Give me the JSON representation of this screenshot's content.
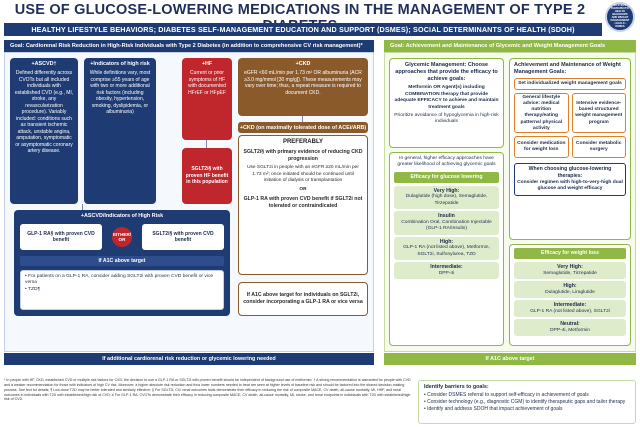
{
  "title": "USE OF GLUCOSE-LOWERING MEDICATIONS IN THE MANAGEMENT OF TYPE 2 DIABETES",
  "seal": "10 STEPS THERAPEUTIC HEALTH BEHAVIORS AND WEIGHT MANAGEMENT • GOALS • DSMES",
  "banner": "HEALTHY LIFESTYLE BEHAVIORS; DIABETES SELF-MANAGEMENT EDUCATION AND SUPPORT (DSMES); SOCIAL DETERMINANTS OF HEALTH (SDOH)",
  "goal_left": "Goal: Cardiorenal Risk Reduction in High-Risk Individuals with Type 2 Diabetes (in addition to comprehensive CV risk management)*",
  "goal_right": "Goal: Achievement and Maintenance of Glycemic and Weight Management Goals",
  "ascvd": {
    "head": "+ASCVD†",
    "body": "Defined differently across CVOTs but all included individuals with established CVD (e.g., MI, stroke, any revascularization procedure). Variably included: conditions such as transient ischemic attack, unstable angina, amputation, symptomatic or asymptomatic coronary artery disease."
  },
  "indicators": {
    "head": "+Indicators of high risk",
    "body": "While definitions vary, most comprise ≥55 years of age with two or more additional risk factors (including obesity, hypertension, smoking, dyslipidemia, or albuminuria)"
  },
  "hf": {
    "head": "+HF",
    "body": "Current or prior symptoms of HF with documented HFrEF or HFpEF"
  },
  "hf_sglt": "SGLT2i§ with proven HF benefit in this population",
  "ckd": {
    "head": "+CKD",
    "body": "eGFR <60 mL/min per 1.73 m² OR albuminuria (ACR ≥3.0 mg/mmol [30 mg/g]). These measurements may vary over time; thus, a repeat measure is required to document CKD."
  },
  "ckd_pref": {
    "bar": "+CKD (on maximally tolerated dose of ACEi/ARB)",
    "head": "PREFERABLY",
    "line1": "SGLT2i§ with primary evidence of reducing CKD progression",
    "line2": "Use SGLT2i in people with an eGFR ≥20 mL/min per 1.73 m²; once initiated should be continued until initiation of dialysis or transplantation",
    "or": "OR",
    "line3": "GLP-1 RA with proven CVD benefit if SGLT2i not tolerated or contraindicated"
  },
  "ckd_a1c": "If A1C above target for individuals on SGLT2i, consider incorporating a GLP-1 RA or vice versa",
  "ascvd_high": {
    "head": "+ASCVD/Indicators of High Risk",
    "glp": "GLP-1 RA§ with proven CVD benefit",
    "either": "EITHER/ OR",
    "sglt": "SGLT2i§ with proven CVD benefit",
    "a1c": "If A1C above target",
    "note1": "For patients on a GLP-1 RA, consider adding SGLT2i with proven CVD benefit or vice versa",
    "note2": "TZD¶"
  },
  "bottom_left": "If additional cardiorenal risk reduction or glycemic lowering needed",
  "glycemic": {
    "head": "Glycemic Management: Choose approaches that provide the efficacy to achieve goals:",
    "l1": "Metformin OR Agent(s) including COMBINATION therapy that provide adequate EFFICACY to achieve and maintain treatment goals",
    "l2": "Prioritize avoidance of hypoglycemia in high-risk individuals"
  },
  "efficacy": {
    "intro": "In general, higher efficacy approaches have greater likelihood of achieving glycemic goals",
    "bar": "Efficacy for glucose lowering",
    "vh_h": "Very High:",
    "vh": "Dulaglutide (high dose), Semaglutide, Tirzepatide",
    "ins_h": "Insulin",
    "ins": "Combination Oral, Combination Injectable (GLP-1 RA/Insulin)",
    "hi_h": "High:",
    "hi": "GLP-1 RA (not listed above), Metformin, SGLT2i, Sulfonylurea, TZD",
    "int_h": "Intermediate:",
    "int": "DPP-4i"
  },
  "weight": {
    "head": "Achievement and Maintenance of Weight Management Goals:",
    "bar": "Set individualized weight management goals",
    "b1": "General lifestyle advice: medical nutrition therapy/eating patterns/ physical activity",
    "b2": "Intensive evidence-based structured weight management program",
    "b3": "Consider medication for weight loss",
    "b4": "Consider metabolic surgery",
    "choose_h": "When choosing glucose-lowering therapies:",
    "choose": "Consider regimen with high-to-very-high dual glucose and weight efficacy"
  },
  "wl": {
    "bar": "Efficacy for weight loss",
    "vh_h": "Very High:",
    "vh": "Semaglutide, Tirzepatide",
    "hi_h": "High:",
    "hi": "Dulaglutide, Liraglutide",
    "int_h": "Intermediate:",
    "int": "GLP-1 RA (not listed above), SGLT2i",
    "neu_h": "Neutral:",
    "neu": "DPP-4i, Metformin"
  },
  "bottom_right": "If A1C above target",
  "barriers": {
    "head": "Identify barriers to goals:",
    "i1": "Consider DSMES referral to support self-efficacy in achievement of goals",
    "i2": "Consider technology (e.g., diagnostic CGM) to identify therapeutic gaps and tailor therapy",
    "i3": "Identify and address SDOH that impact achievement of goals"
  },
  "footnote": "* In people with HF, CKD, established CVD or multiple risk factors for CVD, the decision to use a GLP-1 RA or SGLT2i with proven benefit should be independent of background use of metformin; † A strong recommendation is warranted for people with CVD and a weaker recommendation for those with indicators of high CV risk. Moreover, a higher absolute risk reduction and thus lower numbers needed to treat are seen at higher levels of baseline risk and should be factored into the shared decision-making process. See text for details; ¶ Low-dose TZD may be better tolerated and similarly effective; § For SGLT2i, CV/ renal outcomes trials demonstrate their efficacy in reducing the risk of composite MACE, CV death, all-cause mortality, MI, HHF, and renal outcomes in individuals with T2D with established/high risk of CVD; # For GLP-1 RA, CVOTs demonstrate their efficacy in reducing composite MACE, CV death, all-cause mortality, MI, stroke, and renal endpoints in individuals with T2D with established/high risk of CVD."
}
